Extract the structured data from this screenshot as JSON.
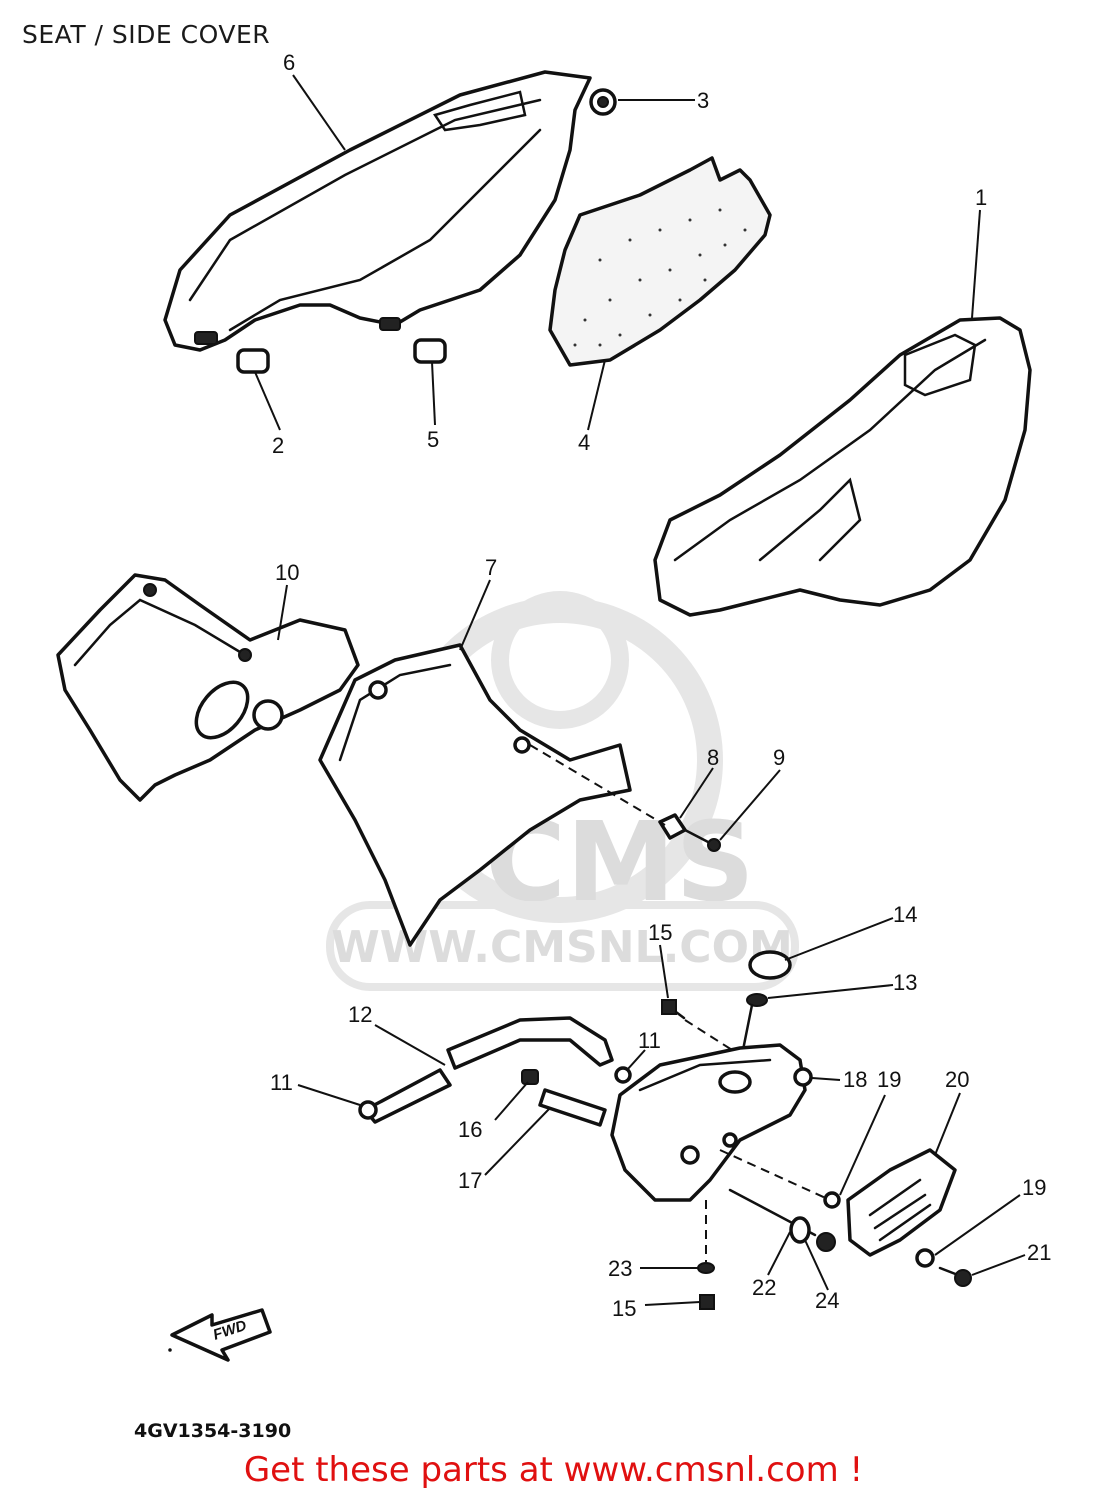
{
  "title": "SEAT / SIDE COVER",
  "drawing_number": "4GV1354-3190",
  "fwd_label": "FWD",
  "watermark": {
    "brand": "CMS",
    "url": "WWW.CMSNL.COM"
  },
  "footer": "Get these parts at www.cmsnl.com !",
  "callouts": [
    {
      "id": "c6",
      "label": "6"
    },
    {
      "id": "c3",
      "label": "3"
    },
    {
      "id": "c1",
      "label": "1"
    },
    {
      "id": "c2",
      "label": "2"
    },
    {
      "id": "c5",
      "label": "5"
    },
    {
      "id": "c4",
      "label": "4"
    },
    {
      "id": "c10",
      "label": "10"
    },
    {
      "id": "c7",
      "label": "7"
    },
    {
      "id": "c8",
      "label": "8"
    },
    {
      "id": "c9",
      "label": "9"
    },
    {
      "id": "c14",
      "label": "14"
    },
    {
      "id": "c15a",
      "label": "15"
    },
    {
      "id": "c13",
      "label": "13"
    },
    {
      "id": "c12",
      "label": "12"
    },
    {
      "id": "c11a",
      "label": "11"
    },
    {
      "id": "c11b",
      "label": "11"
    },
    {
      "id": "c18",
      "label": "18"
    },
    {
      "id": "c19a",
      "label": "19"
    },
    {
      "id": "c20",
      "label": "20"
    },
    {
      "id": "c16",
      "label": "16"
    },
    {
      "id": "c17",
      "label": "17"
    },
    {
      "id": "c19b",
      "label": "19"
    },
    {
      "id": "c21",
      "label": "21"
    },
    {
      "id": "c23",
      "label": "23"
    },
    {
      "id": "c22",
      "label": "22"
    },
    {
      "id": "c24",
      "label": "24"
    },
    {
      "id": "c15b",
      "label": "15"
    }
  ]
}
